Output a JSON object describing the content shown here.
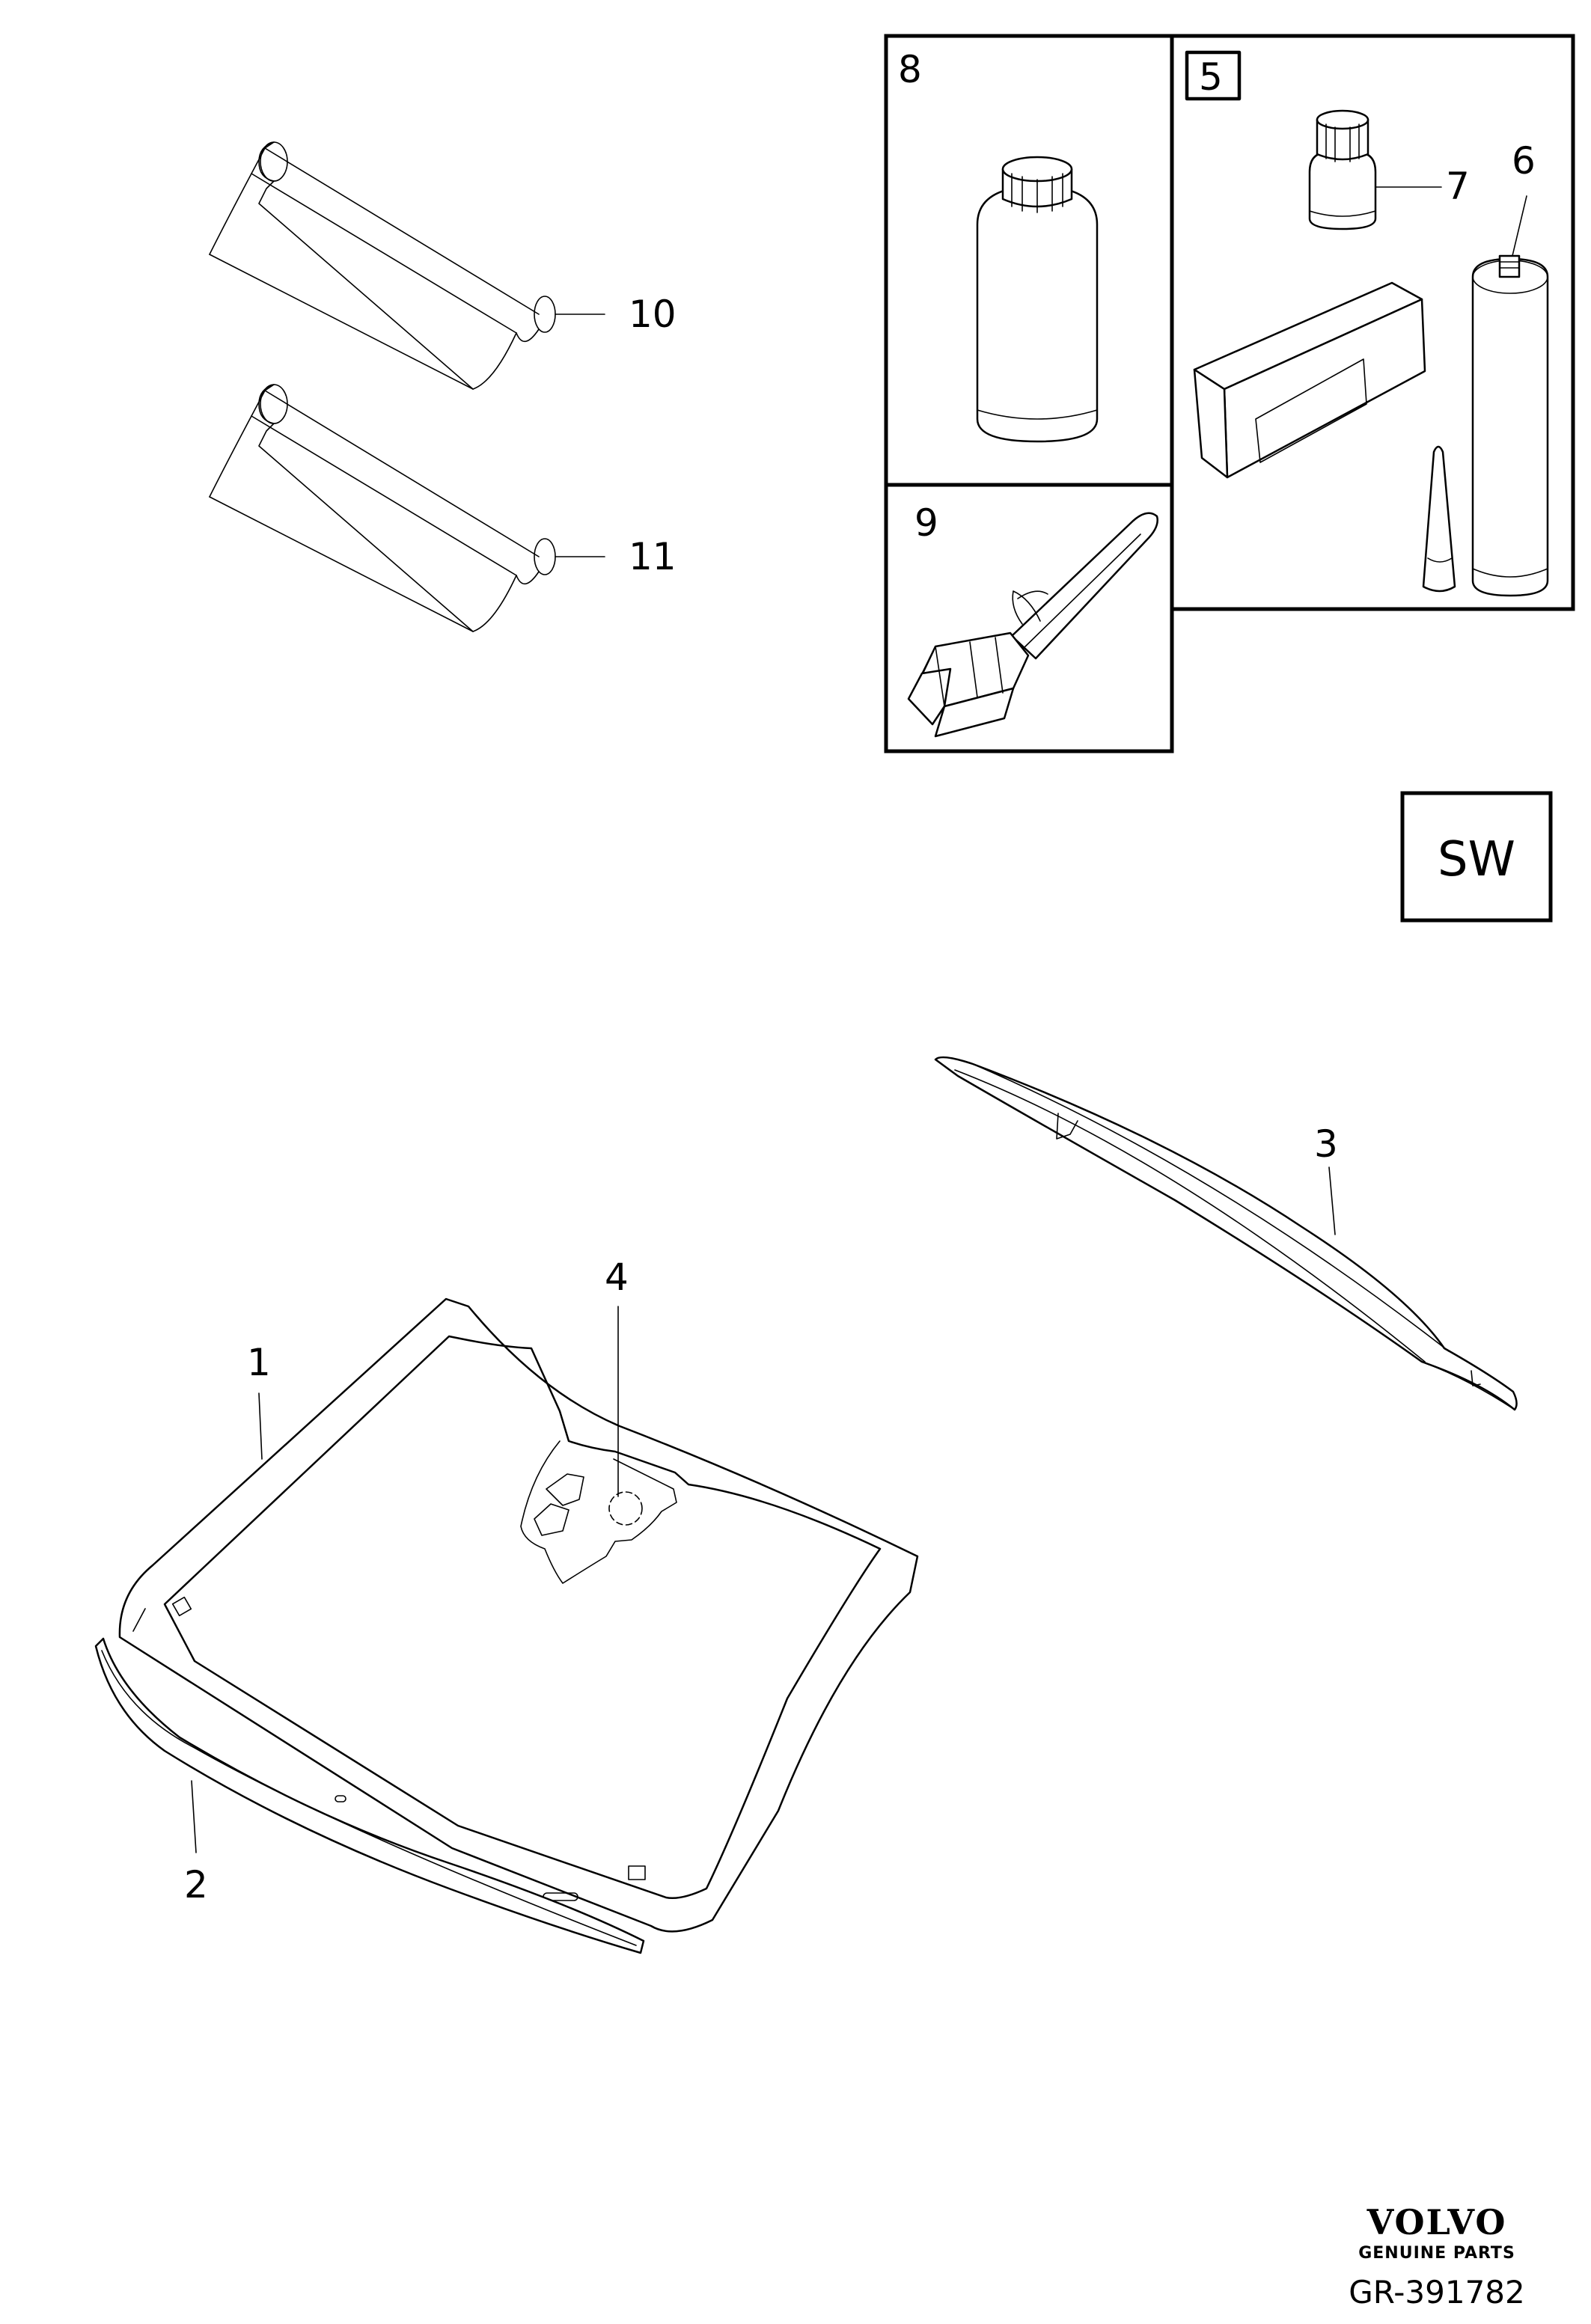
{
  "callouts": {
    "c1": "1",
    "c2": "2",
    "c3": "3",
    "c4": "4",
    "c5": "5",
    "c6": "6",
    "c7": "7",
    "c8": "8",
    "c9": "9",
    "c10": "10",
    "c11": "11"
  },
  "market_badge": "SW",
  "brand": {
    "name": "VOLVO",
    "subtitle": "GENUINE PARTS"
  },
  "drawing_number": "GR-391782"
}
